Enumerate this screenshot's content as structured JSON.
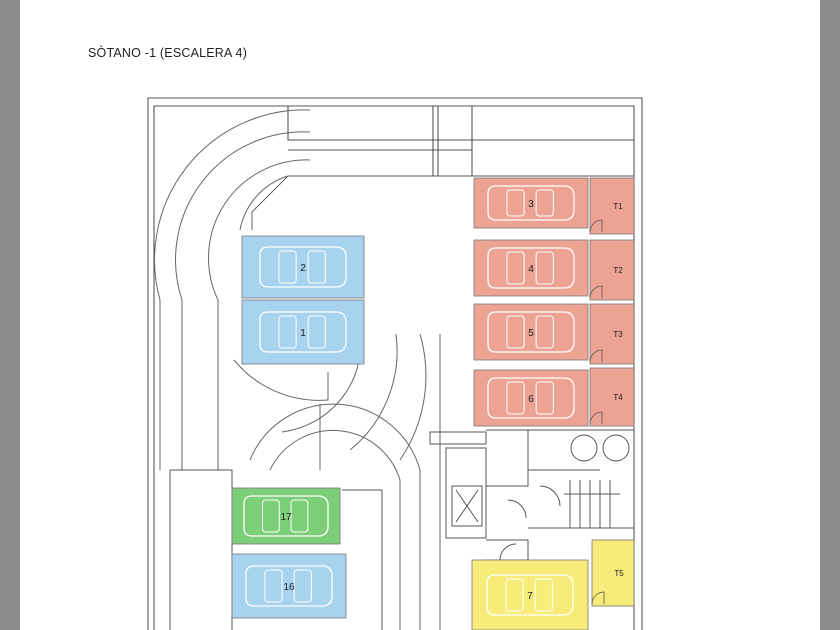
{
  "title": "SÒTANO -1 (ESCALERA 4)",
  "colors": {
    "blue": "#a7d3ef",
    "red": "#eda393",
    "green": "#7ccf78",
    "yellow": "#f7ec7a",
    "line": "#555555",
    "background": "#8c8c8c"
  },
  "parking_spaces": [
    {
      "id": "2",
      "color": "blue"
    },
    {
      "id": "1",
      "color": "blue"
    },
    {
      "id": "3",
      "color": "red"
    },
    {
      "id": "4",
      "color": "red"
    },
    {
      "id": "5",
      "color": "red"
    },
    {
      "id": "6",
      "color": "red"
    },
    {
      "id": "17",
      "color": "green"
    },
    {
      "id": "16",
      "color": "blue"
    },
    {
      "id": "7",
      "color": "yellow"
    }
  ],
  "storage_rooms": [
    {
      "id": "T1",
      "color": "red"
    },
    {
      "id": "T2",
      "color": "red"
    },
    {
      "id": "T3",
      "color": "red"
    },
    {
      "id": "T4",
      "color": "red"
    },
    {
      "id": "T5",
      "color": "yellow"
    }
  ]
}
